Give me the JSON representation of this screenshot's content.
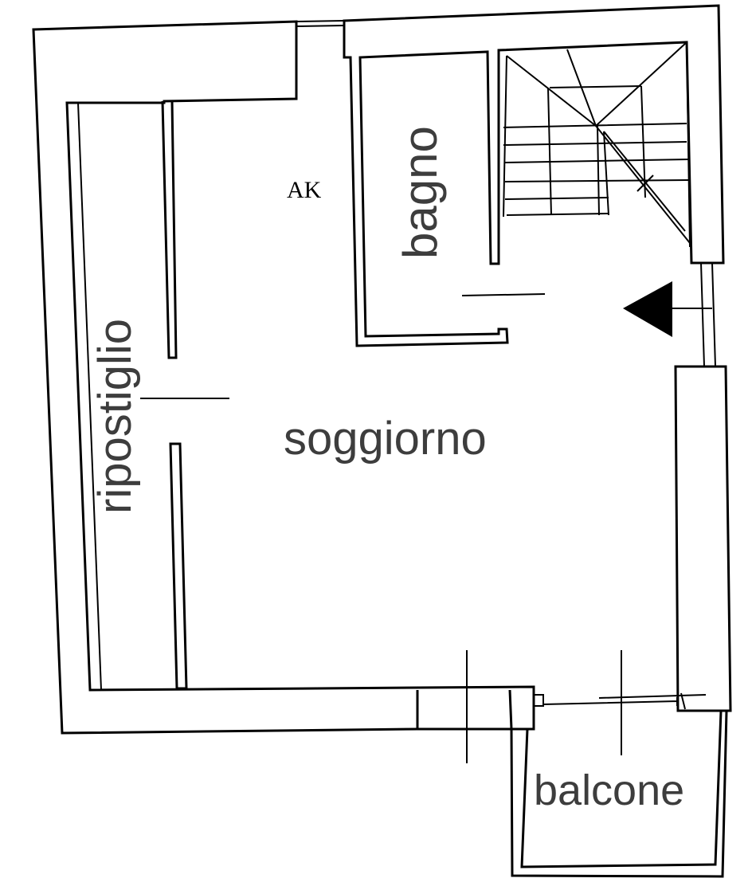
{
  "rooms": {
    "bagno": "bagno",
    "ripostiglio": "ripostiglio",
    "soggiorno": "soggiorno",
    "balcone": "balcone"
  },
  "marker": "AK",
  "colors": {
    "wall": "#000000",
    "label": "#3d3d3d",
    "background": "#ffffff"
  },
  "icons": {
    "entrance": "entrance-arrow-icon"
  }
}
